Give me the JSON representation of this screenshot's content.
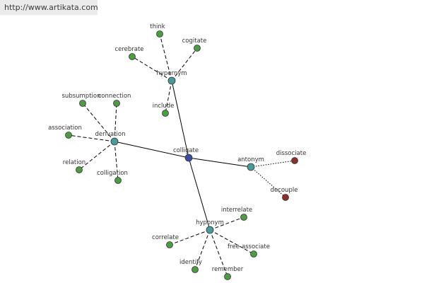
{
  "header": {
    "url": "http://www.artikata.com"
  },
  "colors": {
    "center_node": "#3b4fa0",
    "relation_node": "#4a9a9a",
    "word_node": "#4e9a45",
    "antonym_word_node": "#8a2e2e",
    "solid_edge": "#000000",
    "dashed_edge": "#000000",
    "dotted_edge": "#000000"
  },
  "graph": {
    "center": {
      "id": "colligate",
      "label": "colligate"
    },
    "relations": [
      {
        "id": "hypernym",
        "label": "hypernym"
      },
      {
        "id": "derivation",
        "label": "derivation"
      },
      {
        "id": "antonym",
        "label": "antonym"
      },
      {
        "id": "hyponym",
        "label": "hyponym"
      }
    ],
    "words": [
      {
        "id": "think",
        "label": "think",
        "relation": "hypernym"
      },
      {
        "id": "cogitate",
        "label": "cogitate",
        "relation": "hypernym"
      },
      {
        "id": "cerebrate",
        "label": "cerebrate",
        "relation": "hypernym"
      },
      {
        "id": "include",
        "label": "include",
        "relation": "hypernym"
      },
      {
        "id": "subsumption",
        "label": "subsumption",
        "relation": "derivation"
      },
      {
        "id": "connection",
        "label": "connection",
        "relation": "derivation"
      },
      {
        "id": "association",
        "label": "association",
        "relation": "derivation"
      },
      {
        "id": "relation",
        "label": "relation",
        "relation": "derivation"
      },
      {
        "id": "colligation",
        "label": "colligation",
        "relation": "derivation"
      },
      {
        "id": "dissociate",
        "label": "dissociate",
        "relation": "antonym"
      },
      {
        "id": "decouple",
        "label": "decouple",
        "relation": "antonym"
      },
      {
        "id": "interrelate",
        "label": "interrelate",
        "relation": "hyponym"
      },
      {
        "id": "correlate",
        "label": "correlate",
        "relation": "hyponym"
      },
      {
        "id": "free-associate",
        "label": "free-associate",
        "relation": "hyponym"
      },
      {
        "id": "identify",
        "label": "identify",
        "relation": "hyponym"
      },
      {
        "id": "remember",
        "label": "remember",
        "relation": "hyponym"
      }
    ]
  }
}
